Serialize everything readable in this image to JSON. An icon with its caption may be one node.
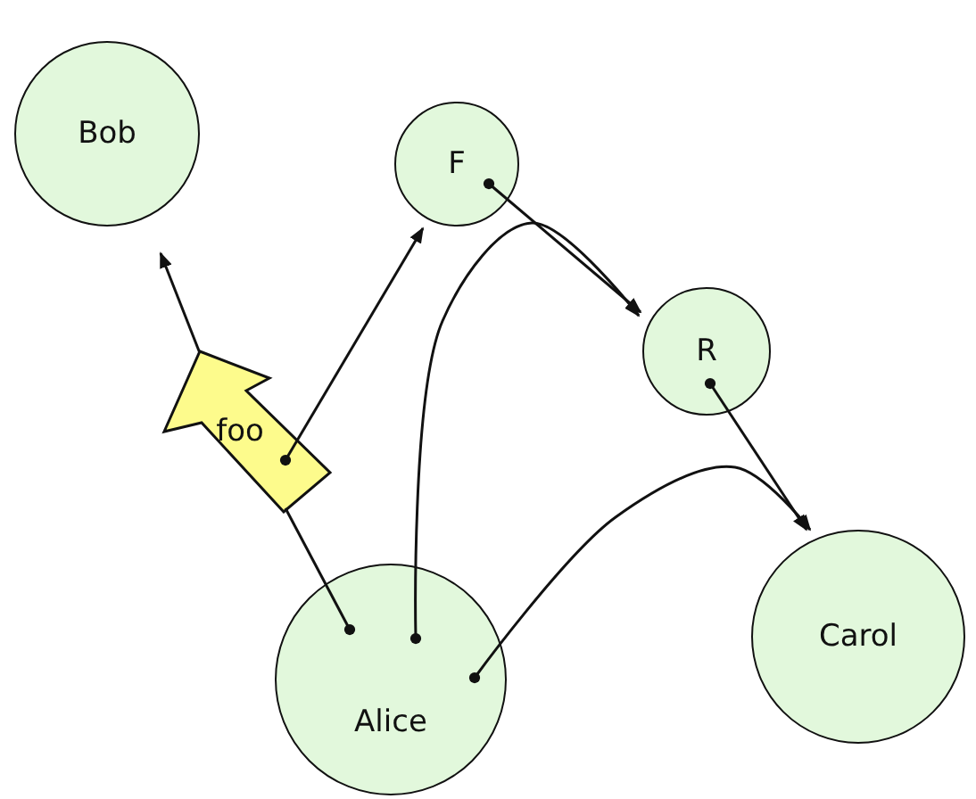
{
  "diagram": {
    "nodes": [
      {
        "text": [
          "Bob"
        ]
      },
      {
        "text": [
          "F"
        ]
      },
      {
        "text": [
          "R"
        ]
      },
      {
        "text": [
          "foo"
        ]
      },
      {
        "text": [
          "Carol"
        ]
      },
      {
        "text": [
          "Alice"
        ]
      }
    ],
    "edges": [
      {
        "from": 5,
        "to": 3,
        "arrow": "other"
      },
      {
        "from": 3,
        "to": 0,
        "arrow": "to"
      },
      {
        "from": 3,
        "to": 1,
        "arrow": "to"
      },
      {
        "from": 1,
        "to": 2,
        "arrow": "to"
      },
      {
        "from": 5,
        "to": 2,
        "arrow": "to"
      },
      {
        "from": 2,
        "to": 4,
        "arrow": "to"
      },
      {
        "from": 5,
        "to": 4,
        "arrow": "to"
      }
    ]
  }
}
